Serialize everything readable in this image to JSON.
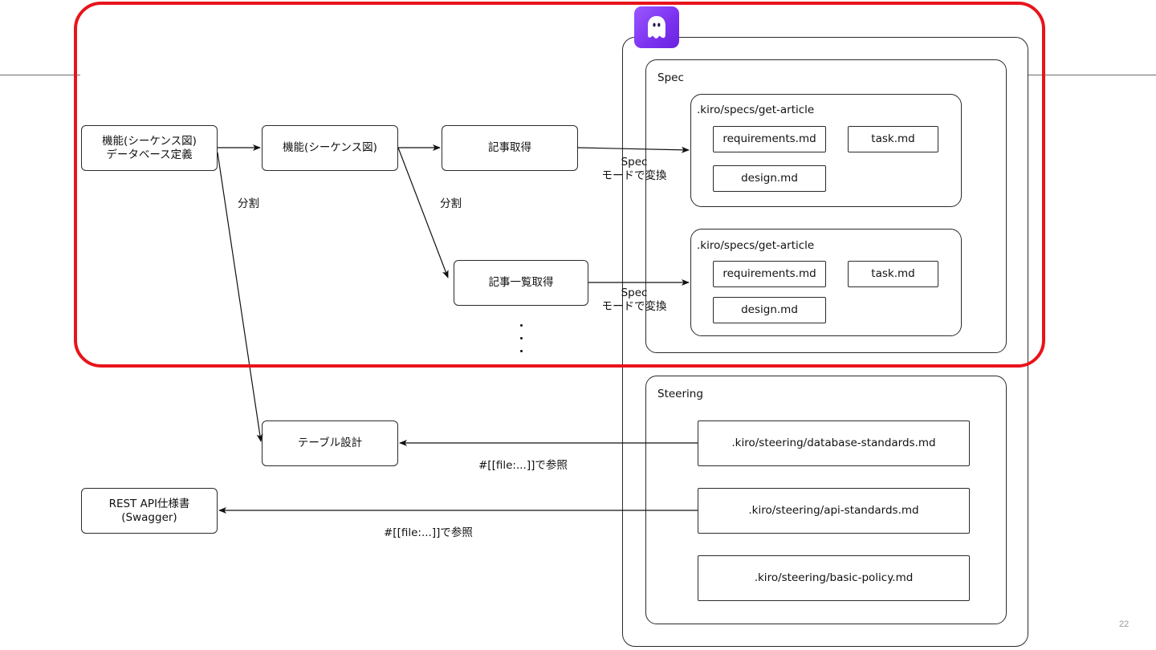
{
  "left_flow": {
    "source_box": "機能(シーケンス図)\nデータベース定義",
    "feature_box": "機能(シーケンス図)",
    "article_get_box": "記事取得",
    "article_list_box": "記事一覧取得",
    "table_design_box": "テーブル設計",
    "rest_api_box": "REST API仕様書\n(Swagger)",
    "split_label_left": "分割",
    "split_label_right": "分割",
    "spec_convert_label_top": "Spec\nモードで変換",
    "spec_convert_label_bottom": "Spec\nモードで変換",
    "ref_label_table": "#[[file:...]]で参照",
    "ref_label_api": "#[[file:...]]で参照"
  },
  "kiro": {
    "logo_icon": "ghost-icon",
    "spec_section": {
      "title": "Spec",
      "folders": [
        {
          "path": ".kiro/specs/get-article",
          "files": {
            "requirements": "requirements.md",
            "task": "task.md",
            "design": "design.md"
          }
        },
        {
          "path": ".kiro/specs/get-article",
          "files": {
            "requirements": "requirements.md",
            "task": "task.md",
            "design": "design.md"
          }
        }
      ]
    },
    "steering_section": {
      "title": "Steering",
      "files": [
        ".kiro/steering/database-standards.md",
        ".kiro/steering/api-standards.md",
        ".kiro/steering/basic-policy.md"
      ]
    }
  },
  "colors": {
    "highlight": "#e8141b",
    "logo": "#7b32f0"
  },
  "page_number": "22"
}
